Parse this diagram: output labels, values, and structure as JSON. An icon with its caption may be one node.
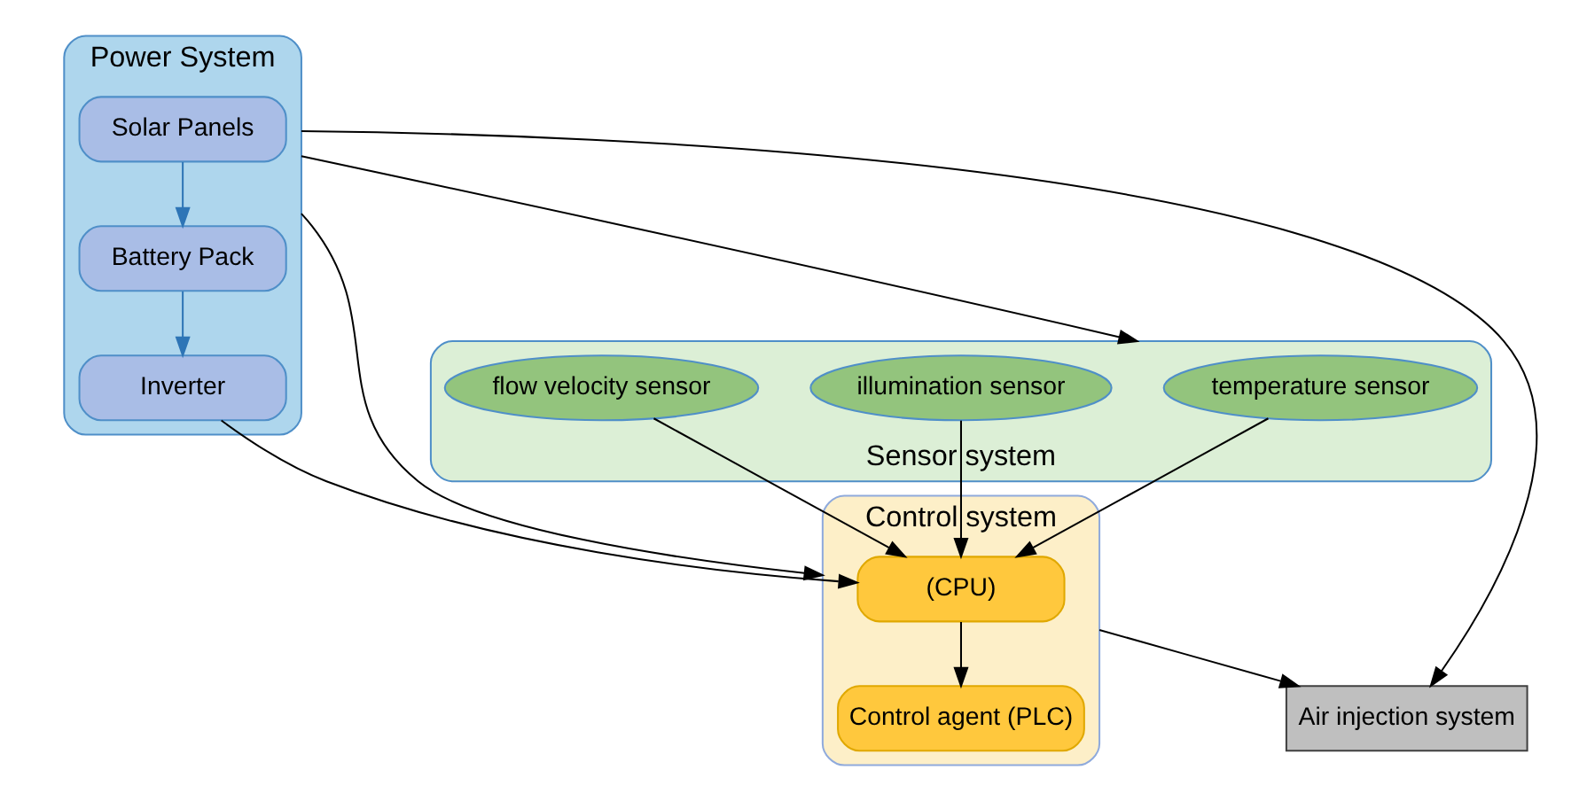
{
  "diagram": {
    "nodes": [
      {
        "text": [
          "Power System"
        ]
      },
      {
        "text": [
          "Solar Panels"
        ],
        "in": 0
      },
      {
        "text": [
          "Battery Pack"
        ],
        "in": 0
      },
      {
        "text": [
          "Inverter"
        ],
        "in": 0
      },
      {
        "text": [
          "Control system"
        ]
      },
      {
        "text": [
          "(CPU)"
        ],
        "in": 4
      },
      {
        "text": [
          "Control agent (PLC)"
        ],
        "in": 4
      },
      {
        "text": [
          "Sensor system"
        ]
      },
      {
        "text": [
          "temperature sensor"
        ],
        "in": 7
      },
      {
        "text": [
          "illumination sensor"
        ],
        "in": 7
      },
      {
        "text": [
          "flow velocity sensor"
        ],
        "in": 7
      },
      {
        "text": [
          "Air injection system"
        ]
      }
    ],
    "edges": [
      {
        "from": 0,
        "to": 4,
        "arrow": "to"
      },
      {
        "from": 0,
        "to": 7,
        "arrow": "to"
      },
      {
        "from": 1,
        "to": 2,
        "arrow": "to",
        "color": "#2e75b6"
      },
      {
        "from": 2,
        "to": 3,
        "arrow": "to",
        "color": "#2e75b6"
      },
      {
        "from": 3,
        "to": 5,
        "arrow": "to"
      },
      {
        "from": 5,
        "to": 6,
        "arrow": "to"
      },
      {
        "from": 8,
        "to": 5,
        "arrow": "to"
      },
      {
        "from": 9,
        "to": 5,
        "arrow": "to"
      },
      {
        "from": 10,
        "to": 5,
        "arrow": "to"
      },
      {
        "from": 4,
        "to": 11,
        "arrow": "to"
      },
      {
        "from": 0,
        "to": 11,
        "arrow": "to"
      }
    ]
  }
}
